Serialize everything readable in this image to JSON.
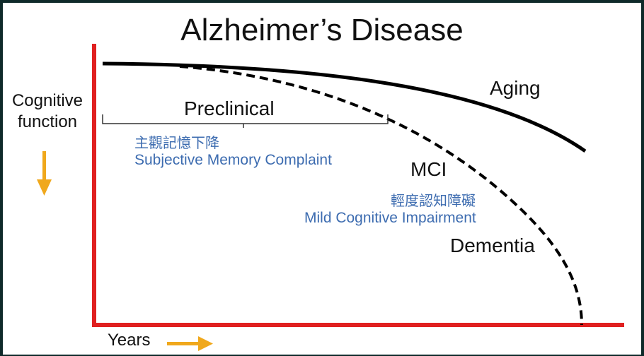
{
  "title": "Alzheimer’s Disease",
  "y_axis_label": "Cognitive function",
  "x_axis_label": "Years",
  "labels": {
    "preclinical": "Preclinical",
    "aging": "Aging",
    "mci": "MCI",
    "dementia": "Dementia"
  },
  "annotations": {
    "smc_chinese": "主觀記憶下降",
    "smc_english": "Subjective Memory Complaint",
    "mci_chinese": "輕度認知障礙",
    "mci_english": "Mild Cognitive Impairment"
  },
  "colors": {
    "axis": "#e02020",
    "arrow": "#f0a81c",
    "curve": "#000000",
    "annotation_text": "#3d6cb0"
  },
  "icons": {
    "y_arrow": "arrow-down-icon",
    "x_arrow": "arrow-right-icon"
  }
}
